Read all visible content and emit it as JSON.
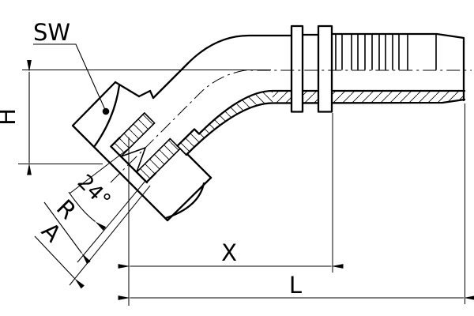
{
  "drawing": {
    "type": "technical-drawing",
    "subject": "45-degree hose fitting dimensional drawing",
    "background": "#ffffff",
    "line_color": "#000000",
    "labels": {
      "sw": "SW",
      "h": "H",
      "angle": "24°",
      "r": "R",
      "a": "A",
      "x": "X",
      "l": "L"
    }
  }
}
